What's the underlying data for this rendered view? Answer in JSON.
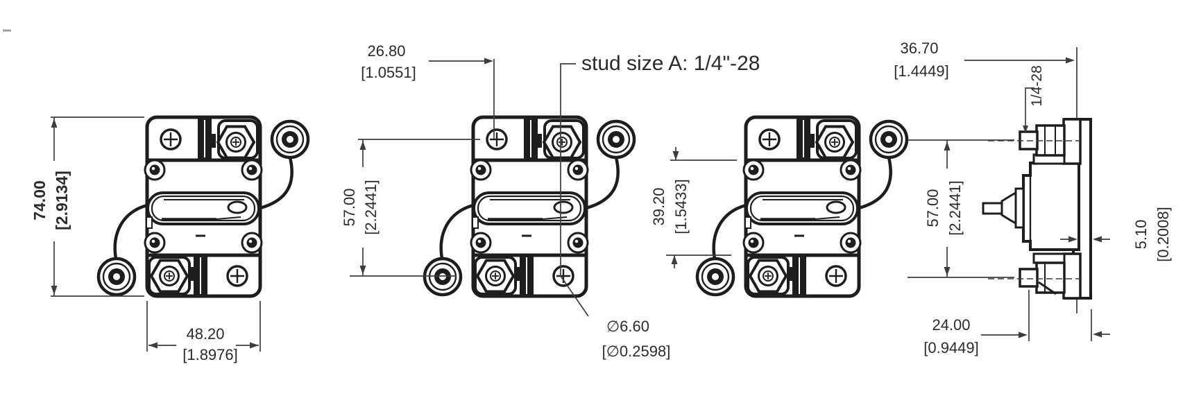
{
  "drawing": {
    "kind": "circuit-breaker dimensional drawing",
    "front_view": {
      "overall_height_mm": "74.00",
      "overall_height_in": "[2.9134]",
      "overall_width_mm": "48.20",
      "overall_width_in": "[1.8976]"
    },
    "front_view_studs": {
      "stud_offset_mm": "26.80",
      "stud_offset_in": "[1.0551]",
      "stud_pitch_mm": "57.00",
      "stud_pitch_in": "[2.2441]",
      "stud_note": "stud size A: 1/4\"-28",
      "hole_dia_mm": "∅6.60",
      "hole_dia_in": "[∅0.2598]"
    },
    "front_view_cutout": {
      "cutout_height_mm": "39.20",
      "cutout_height_in": "[1.5433]"
    },
    "side_view": {
      "overall_depth_mm": "36.70",
      "overall_depth_in": "[1.4449]",
      "thread_note": "1/4-28",
      "stud_pitch_mm": "57.00",
      "stud_pitch_in": "[2.2441]",
      "flange_thickness_mm": "5.10",
      "flange_thickness_in": "[0.2008]",
      "body_depth_mm": "24.00",
      "body_depth_in": "[0.9449]"
    },
    "colors": {
      "line": "#1d1d1d",
      "dimension": "#3d3d3d",
      "highlight_red": "#f40000"
    }
  }
}
